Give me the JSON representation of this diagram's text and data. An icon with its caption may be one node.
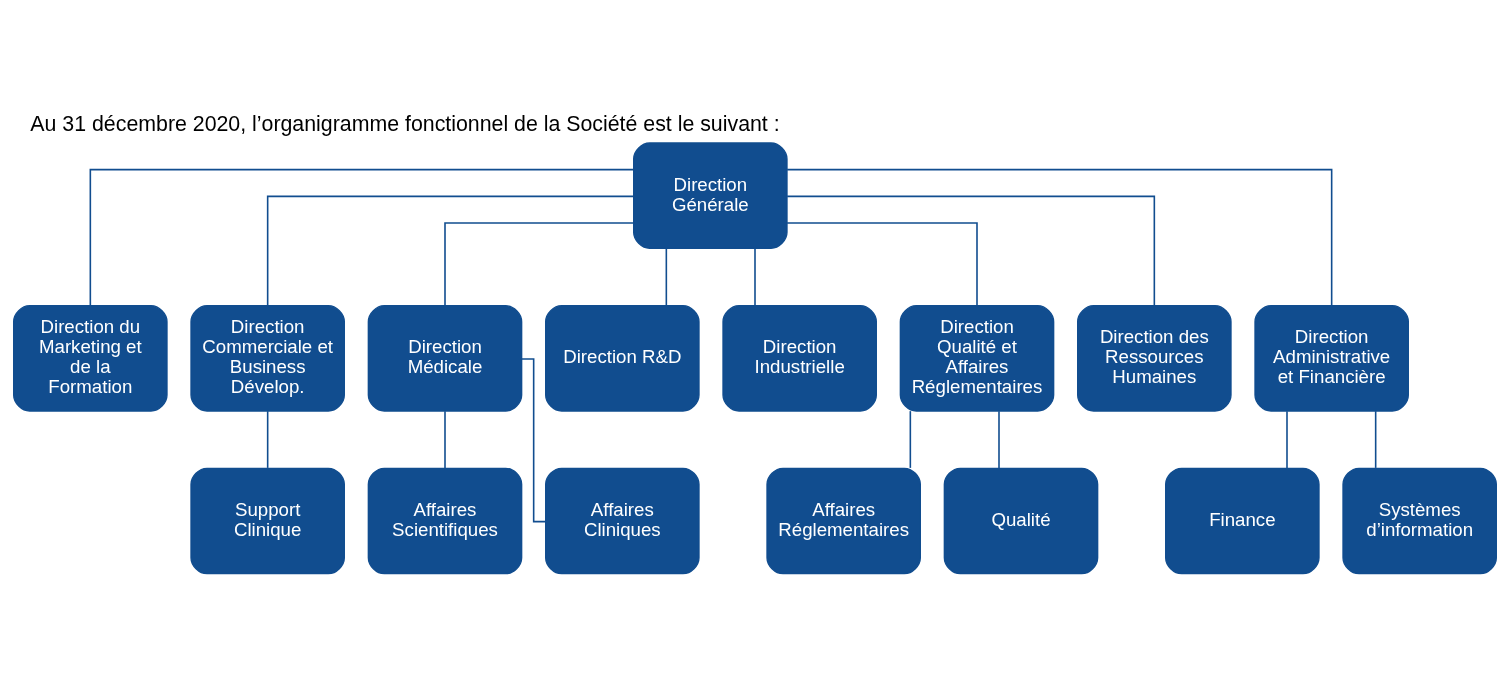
{
  "diagram": {
    "title": "Au 31 décembre 2020, l’organigramme fonctionnel de la Société est le suivant :",
    "nodes": [
      {
        "text": [
          "Direction Générale"
        ]
      },
      {
        "text": [
          "Direction du Marketing et de la Formation"
        ]
      },
      {
        "text": [
          "Direction Commerciale et Business Dévelop."
        ]
      },
      {
        "text": [
          "Direction Médicale"
        ]
      },
      {
        "text": [
          "Direction R&D"
        ]
      },
      {
        "text": [
          "Direction Industrielle"
        ]
      },
      {
        "text": [
          "Direction Qualité et Affaires Réglementaires"
        ]
      },
      {
        "text": [
          "Direction des Ressources Humaines"
        ]
      },
      {
        "text": [
          "Direction Administrative et Financière"
        ]
      },
      {
        "text": [
          "Support Clinique"
        ]
      },
      {
        "text": [
          "Affaires Scientifiques"
        ]
      },
      {
        "text": [
          "Affaires Cliniques"
        ]
      },
      {
        "text": [
          "Affaires Réglementaires"
        ]
      },
      {
        "text": [
          "Qualité"
        ]
      },
      {
        "text": [
          "Finance"
        ]
      },
      {
        "text": [
          "Systèmes d’information"
        ]
      }
    ],
    "edges": [
      {
        "from": 0,
        "to": 1,
        "arrow": "none"
      },
      {
        "from": 0,
        "to": 2,
        "arrow": "none"
      },
      {
        "from": 0,
        "to": 3,
        "arrow": "none"
      },
      {
        "from": 0,
        "to": 4,
        "arrow": "none"
      },
      {
        "from": 0,
        "to": 5,
        "arrow": "none"
      },
      {
        "from": 0,
        "to": 6,
        "arrow": "none"
      },
      {
        "from": 0,
        "to": 7,
        "arrow": "none"
      },
      {
        "from": 0,
        "to": 8,
        "arrow": "none"
      },
      {
        "from": 2,
        "to": 9,
        "arrow": "none"
      },
      {
        "from": 3,
        "to": 10,
        "arrow": "none"
      },
      {
        "from": 3,
        "to": 11,
        "arrow": "none"
      },
      {
        "from": 6,
        "to": 12,
        "arrow": "none"
      },
      {
        "from": 6,
        "to": 13,
        "arrow": "none"
      },
      {
        "from": 8,
        "to": 14,
        "arrow": "none"
      },
      {
        "from": 8,
        "to": 15,
        "arrow": "none"
      }
    ]
  }
}
